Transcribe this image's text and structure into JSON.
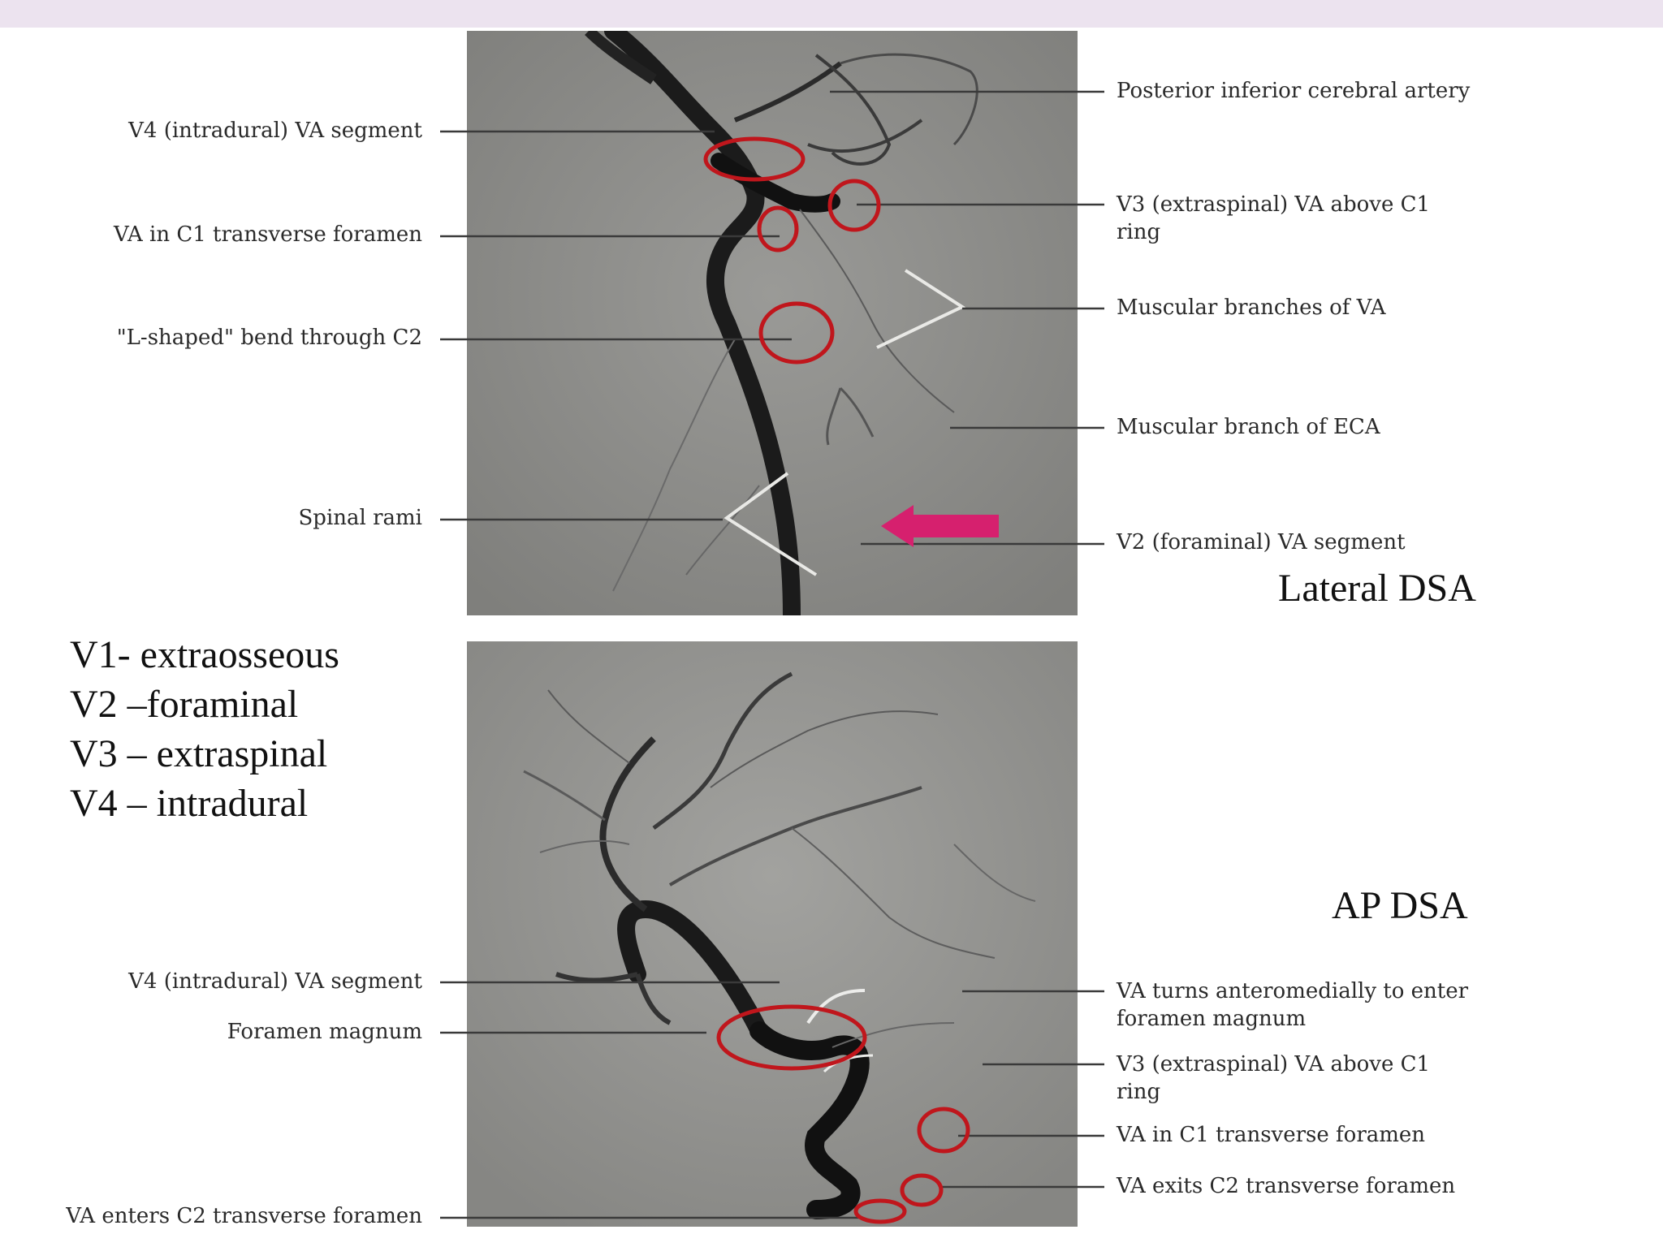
{
  "lateral": {
    "view_label": "Lateral DSA",
    "labels_left": [
      "V4 (intradural) VA segment",
      "VA in C1 transverse foramen",
      "\"L-shaped\" bend through C2",
      "Spinal rami"
    ],
    "labels_right": [
      "Posterior inferior cerebral artery",
      "V3 (extraspinal) VA above C1 ring",
      "Muscular branches of VA",
      "Muscular branch of ECA",
      "V2 (foraminal) VA segment"
    ]
  },
  "ap": {
    "view_label": "AP DSA",
    "labels_left": [
      "V4 (intradural) VA segment",
      "Foramen magnum",
      "VA enters C2 transverse foramen"
    ],
    "labels_right": [
      "VA turns anteromedially to enter foramen magnum",
      "V3 (extraspinal) VA above C1 ring",
      "VA in C1 transverse foramen",
      "VA exits C2 transverse foramen"
    ]
  },
  "segments_legend": [
    "V1- extraosseous",
    "V2 –foraminal",
    "V3 – extraspinal",
    "V4 – intradural"
  ],
  "colors": {
    "highlight_circle": "#c0161c",
    "arrow": "#d6206e",
    "header_band": "#ece3ef"
  }
}
